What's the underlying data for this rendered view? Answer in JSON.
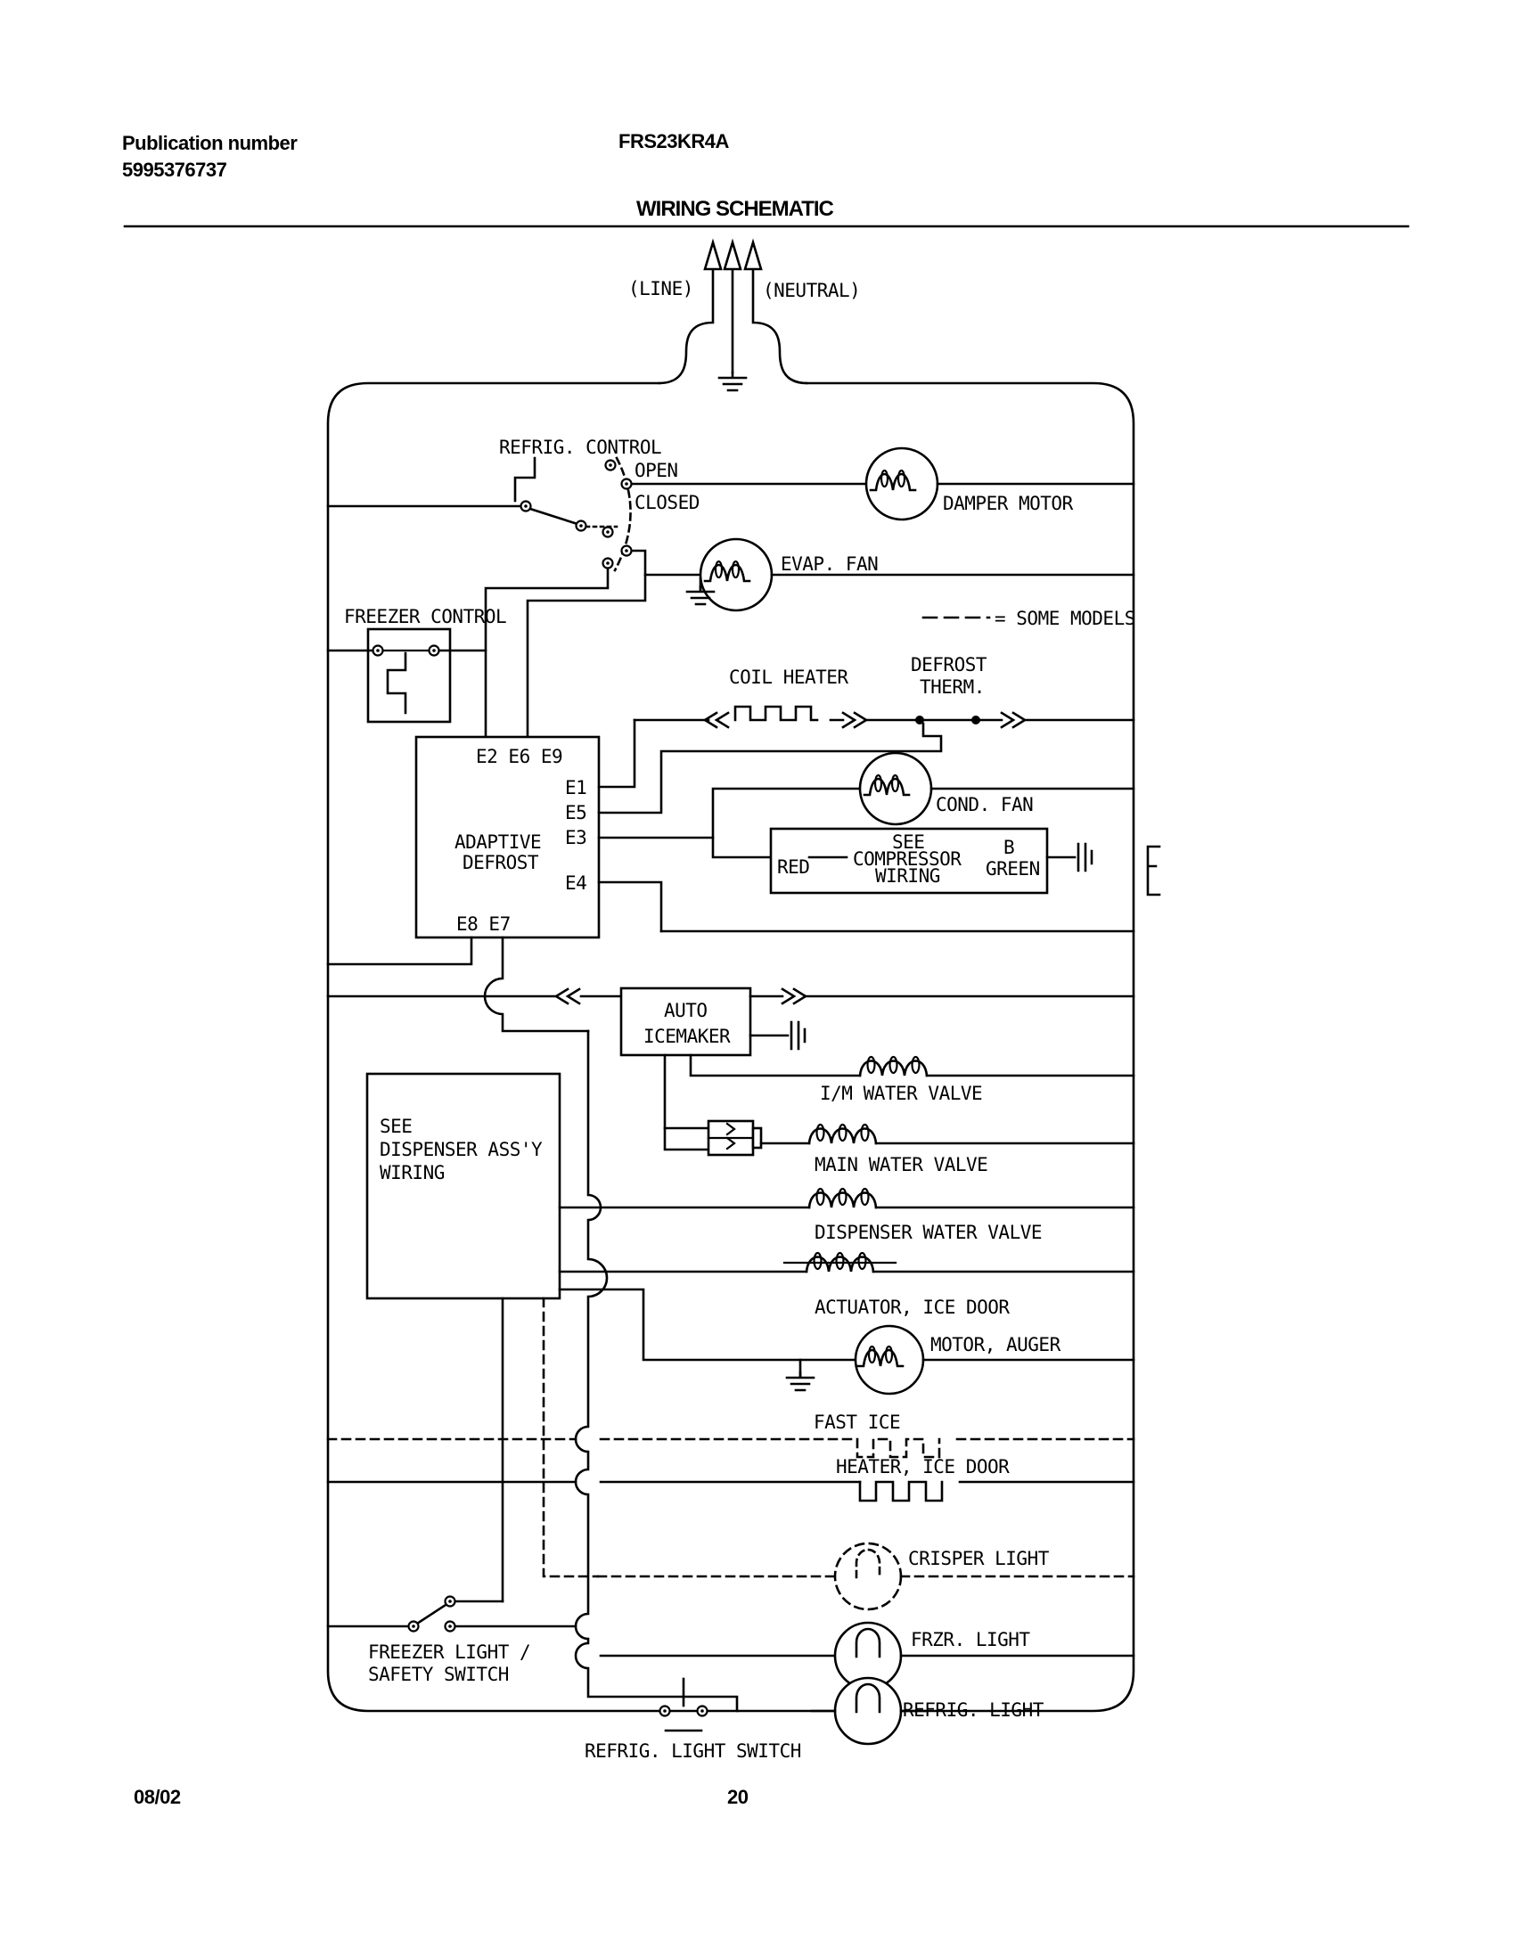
{
  "colors": {
    "ink": "#000000",
    "paper": "#ffffff"
  },
  "header": {
    "publication_label": "Publication number",
    "publication_number": "5995376737",
    "model": "FRS23KR4A",
    "title": "WIRING SCHEMATIC"
  },
  "footer": {
    "date": "08/02",
    "page": "20"
  },
  "schematic": {
    "labels": {
      "line": "(LINE)",
      "neutral": "(NEUTRAL)",
      "refrig_control": "REFRIG. CONTROL",
      "open": "OPEN",
      "closed": "CLOSED",
      "damper_motor": "DAMPER MOTOR",
      "evap_fan": "EVAP. FAN",
      "some_models": "= SOME MODELS",
      "freezer_control": "FREEZER CONTROL",
      "coil_heater": "COIL HEATER",
      "defrost_line1": "DEFROST",
      "defrost_line2": "THERM.",
      "cond_fan": "COND. FAN",
      "adaptive_line1": "ADAPTIVE",
      "adaptive_line2": "DEFROST",
      "e_top": "E2 E6 E9",
      "e1": "E1",
      "e5": "E5",
      "e3": "E3",
      "e4": "E4",
      "e_bottom": "E8 E7",
      "comp_line1": "SEE",
      "comp_line2": "COMPRESSOR",
      "comp_line3": "WIRING",
      "red": "RED",
      "b": "B",
      "green": "GREEN",
      "auto": "AUTO",
      "icemaker": "ICEMAKER",
      "im_water_valve": "I/M WATER VALVE",
      "main_water_valve": "MAIN WATER VALVE",
      "dispenser_water_valve": "DISPENSER WATER VALVE",
      "actuator_ice_door": "ACTUATOR, ICE DOOR",
      "motor_auger": "MOTOR, AUGER",
      "fast_ice": "FAST ICE",
      "heater_ice_door": "HEATER, ICE DOOR",
      "crisper_light": "CRISPER LIGHT",
      "frzr_light": "FRZR. LIGHT",
      "refrig_light": "REFRIG. LIGHT",
      "disp_line1": "SEE",
      "disp_line2": "DISPENSER ASS'Y",
      "disp_line3": "WIRING",
      "safety_line1": "FREEZER LIGHT /",
      "safety_line2": "SAFETY SWITCH",
      "refrig_light_switch": "REFRIG. LIGHT SWITCH"
    }
  }
}
